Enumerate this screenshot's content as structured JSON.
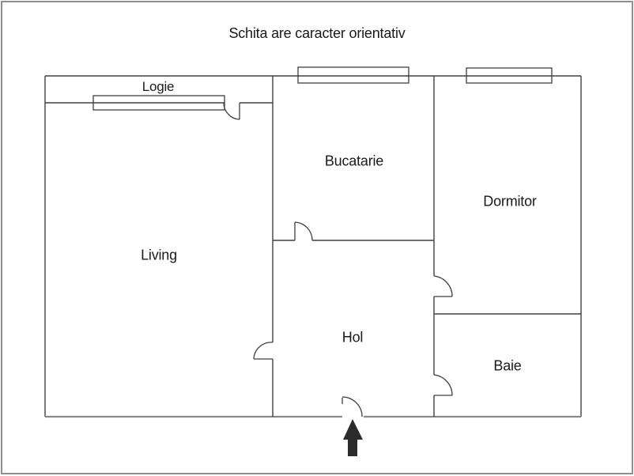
{
  "title": "Schita are caracter orientativ",
  "rooms": [
    {
      "id": "logie",
      "label": "Logie"
    },
    {
      "id": "living",
      "label": "Living"
    },
    {
      "id": "bucatarie",
      "label": "Bucatarie"
    },
    {
      "id": "dormitor",
      "label": "Dormitor"
    },
    {
      "id": "hol",
      "label": "Hol"
    },
    {
      "id": "baie",
      "label": "Baie"
    }
  ],
  "icons": {
    "entrance_arrow": "filled-up-arrow"
  },
  "colors": {
    "wall": "#404040",
    "outer_border": "#8f8f8f",
    "bottom_wall": "#8a8a8a",
    "text": "#1a1a1a",
    "arrow": "#2b2b2b",
    "background": "#ffffff"
  }
}
